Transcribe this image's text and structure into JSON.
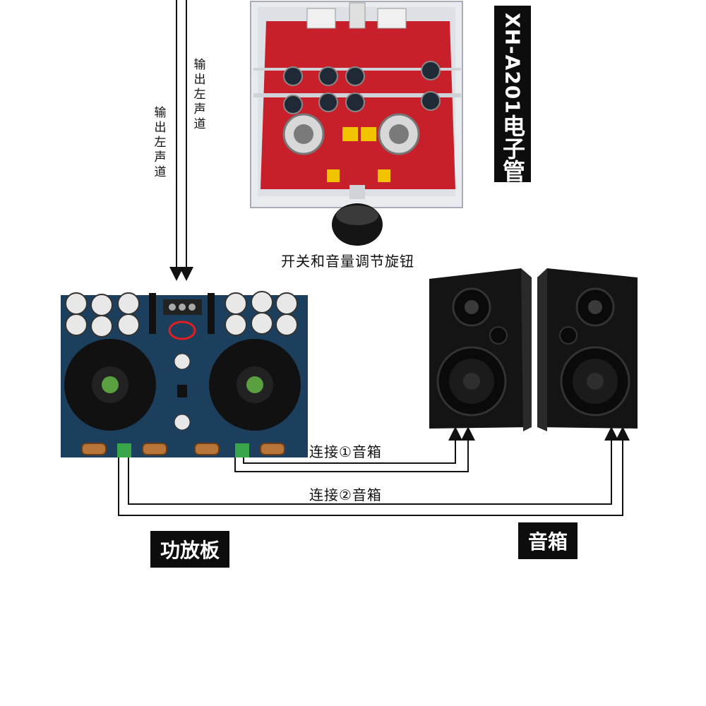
{
  "labels": {
    "output_left_1": "输出左声道",
    "output_left_2": "输出左声道",
    "knob": "开关和音量调节旋钮",
    "connect_1": "连接①音箱",
    "connect_2": "连接②音箱"
  },
  "tags": {
    "tube_model": "XH-A201",
    "tube_word": "电子管",
    "amp_board": "功放板",
    "speaker": "音箱"
  },
  "colors": {
    "tube_pcb": "#c8202a",
    "amp_pcb": "#1c3f5e",
    "speaker_body": "#111111",
    "tag_bg": "#0d0d0d"
  }
}
